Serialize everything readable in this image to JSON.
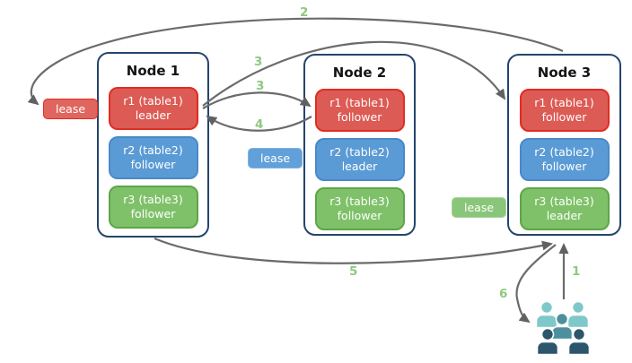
{
  "diagram": {
    "nodes": [
      {
        "title": "Node 1",
        "replicas": [
          {
            "name": "r1 (table1)",
            "role": "leader",
            "color": "red"
          },
          {
            "name": "r2 (table2)",
            "role": "follower",
            "color": "blue"
          },
          {
            "name": "r3 (table3)",
            "role": "follower",
            "color": "green"
          }
        ]
      },
      {
        "title": "Node 2",
        "replicas": [
          {
            "name": "r1 (table1)",
            "role": "follower",
            "color": "red"
          },
          {
            "name": "r2 (table2)",
            "role": "leader",
            "color": "blue"
          },
          {
            "name": "r3 (table3)",
            "role": "follower",
            "color": "green"
          }
        ]
      },
      {
        "title": "Node 3",
        "replicas": [
          {
            "name": "r1 (table1)",
            "role": "follower",
            "color": "red"
          },
          {
            "name": "r2 (table2)",
            "role": "follower",
            "color": "blue"
          },
          {
            "name": "r3 (table3)",
            "role": "leader",
            "color": "green"
          }
        ]
      }
    ],
    "leases": [
      {
        "label": "lease",
        "color": "red"
      },
      {
        "label": "lease",
        "color": "blue"
      },
      {
        "label": "lease",
        "color": "green"
      }
    ],
    "steps": {
      "s1": "1",
      "s2": "2",
      "s3a": "3",
      "s3b": "3",
      "s4": "4",
      "s5": "5",
      "s6": "6"
    },
    "icons": [
      {
        "name": "users-group-icon"
      }
    ],
    "colors": {
      "replica_red": "#dc5b55",
      "replica_red_border": "#e02d23",
      "replica_blue": "#5b9bd5",
      "replica_blue_border": "#4a89c8",
      "replica_green": "#7fc169",
      "replica_green_border": "#5fa44a",
      "node_border": "#24456e",
      "arrow": "#6b6b6b",
      "step_number": "#8fc97d",
      "users_light": "#7fc8ca",
      "users_mid": "#4b909b",
      "users_dark": "#2b566b"
    }
  }
}
